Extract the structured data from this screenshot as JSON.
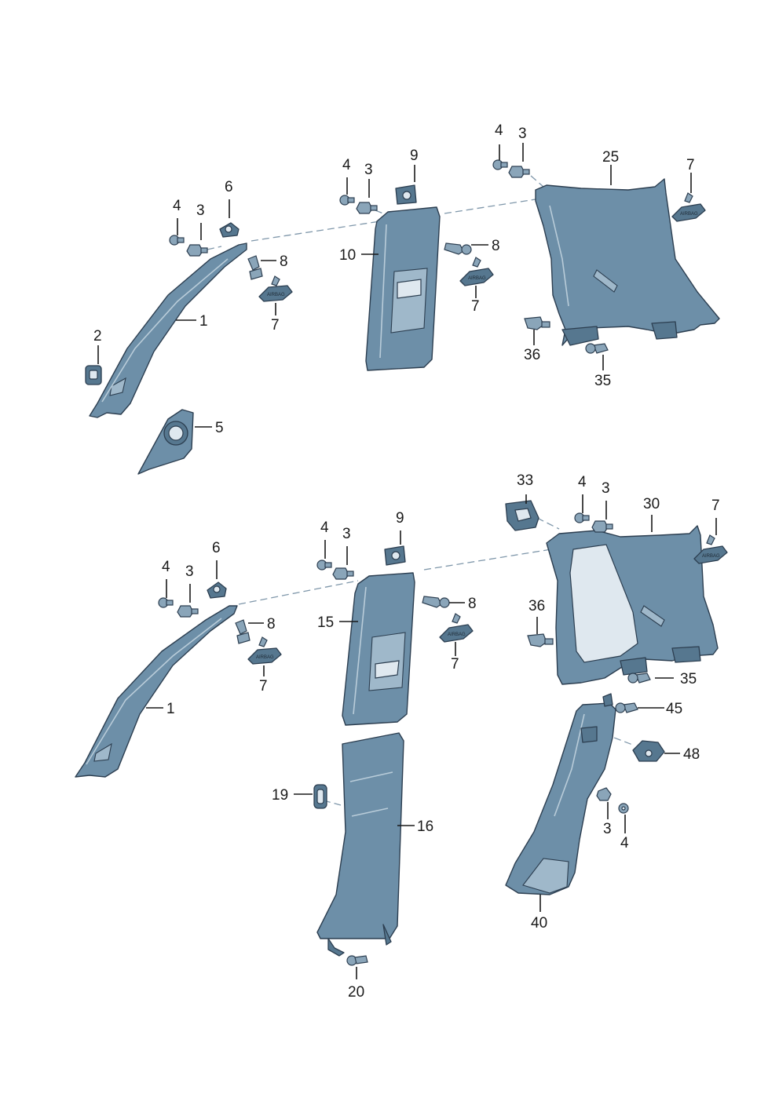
{
  "callouts": {
    "upper": {
      "p1": "1",
      "p2": "2",
      "p3a": "3",
      "p3b": "3",
      "p3c": "3",
      "p4a": "4",
      "p4b": "4",
      "p4c": "4",
      "p5": "5",
      "p6": "6",
      "p7a": "7",
      "p7b": "7",
      "p7c": "7",
      "p8a": "8",
      "p8b": "8",
      "p9": "9",
      "p10": "10",
      "p25": "25",
      "p35": "35",
      "p36": "36"
    },
    "lower": {
      "p1": "1",
      "p3a": "3",
      "p3b": "3",
      "p3c": "3",
      "p3d": "3",
      "p4a": "4",
      "p4b": "4",
      "p4c": "4",
      "p4d": "4",
      "p6": "6",
      "p7a": "7",
      "p7b": "7",
      "p7c": "7",
      "p8a": "8",
      "p8b": "8",
      "p9": "9",
      "p15": "15",
      "p16": "16",
      "p19": "19",
      "p20": "20",
      "p30": "30",
      "p33": "33",
      "p35": "35",
      "p36": "36",
      "p40": "40",
      "p45": "45",
      "p48": "48"
    }
  },
  "airbag_tag": "AIRBAG"
}
